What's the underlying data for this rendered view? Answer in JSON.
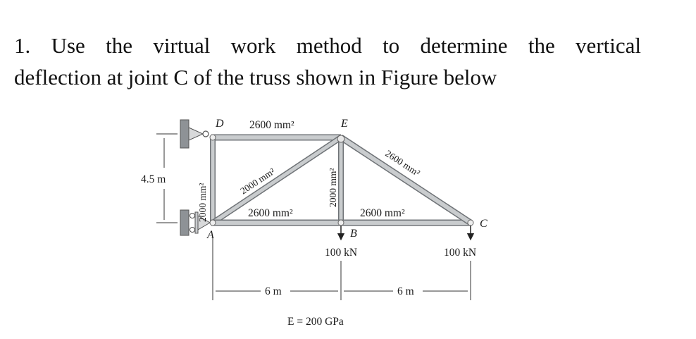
{
  "question": {
    "line1": "1. Use the virtual work method to determine the vertical",
    "line2": "deflection at joint C of the truss shown in Figure below"
  },
  "figure": {
    "joints": {
      "A": "A",
      "B": "B",
      "C": "C",
      "D": "D",
      "E": "E"
    },
    "members": {
      "DE": "2600 mm²",
      "EC": "2600 mm²",
      "AD": "2000 mm²",
      "AE": "2000 mm²",
      "BE": "2000 mm²",
      "AB": "2600 mm²",
      "BC": "2600 mm²"
    },
    "loads": {
      "B": "100 kN",
      "C": "100 kN"
    },
    "dimensions": {
      "height": "4.5 m",
      "span_AB": "6 m",
      "span_BC": "6 m"
    },
    "material": "E = 200 GPa"
  },
  "colors": {
    "member_fill": "#c9ccce",
    "member_edge": "#6f7377",
    "support": "#8e9296",
    "line": "#333333"
  }
}
